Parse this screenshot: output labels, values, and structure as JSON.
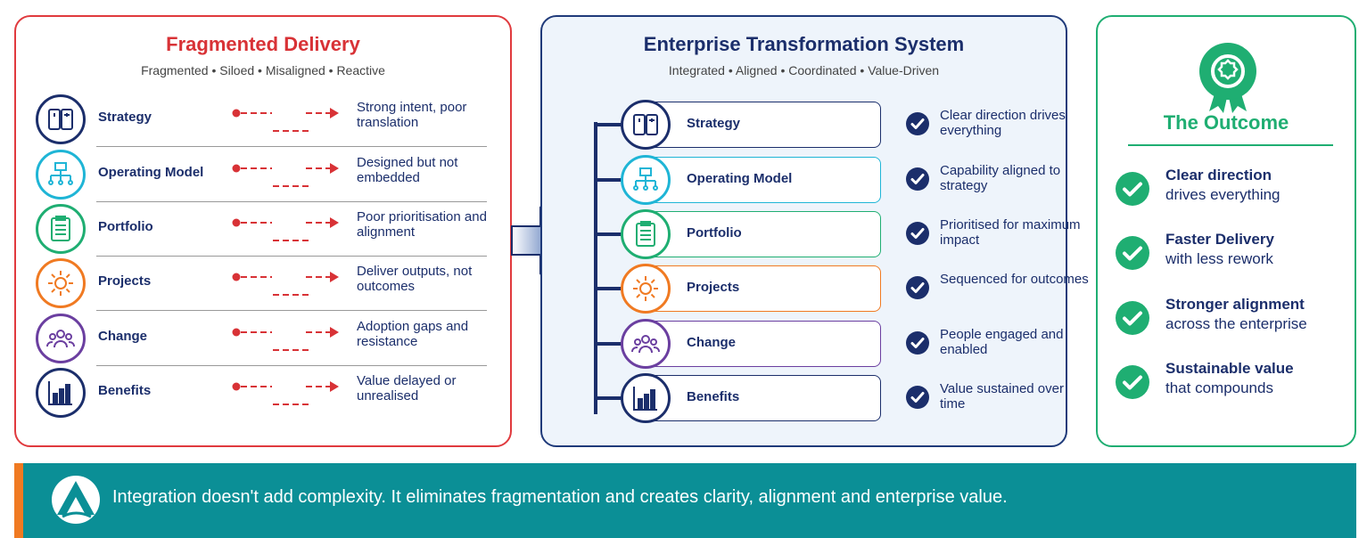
{
  "left": {
    "title": "Fragmented Delivery",
    "subtitle": "Fragmented • Siloed • Misaligned • Reactive",
    "rows": [
      {
        "label": "Strategy",
        "desc": "Strong intent, poor translation",
        "icon": "chess-icon",
        "color": "#1b2e6b"
      },
      {
        "label": "Operating Model",
        "desc": "Designed but not embedded",
        "icon": "org-chart-icon",
        "color": "#1fb5d6"
      },
      {
        "label": "Portfolio",
        "desc": "Poor prioritisation and alignment",
        "icon": "checklist-icon",
        "color": "#1fae72"
      },
      {
        "label": "Projects",
        "desc": "Deliver outputs, not outcomes",
        "icon": "gear-icon",
        "color": "#f07a22"
      },
      {
        "label": "Change",
        "desc": "Adoption gaps and resistance",
        "icon": "people-icon",
        "color": "#6b3fa0"
      },
      {
        "label": "Benefits",
        "desc": "Value delayed or unrealised",
        "icon": "bar-chart-icon",
        "color": "#1b2e6b"
      }
    ]
  },
  "middle": {
    "title": "Enterprise Transformation System",
    "subtitle": "Integrated • Aligned • Coordinated • Value-Driven",
    "rows": [
      {
        "label": "Strategy",
        "desc": "Clear direction drives everything"
      },
      {
        "label": "Operating Model",
        "desc": "Capability aligned to strategy"
      },
      {
        "label": "Portfolio",
        "desc": "Prioritised for maximum impact"
      },
      {
        "label": "Projects",
        "desc": "Sequenced for outcomes"
      },
      {
        "label": "Change",
        "desc": "People engaged and enabled"
      },
      {
        "label": "Benefits",
        "desc": "Value sustained over time"
      }
    ]
  },
  "outcome": {
    "title": "The Outcome",
    "items": [
      {
        "head": "Clear direction",
        "body": "drives everything"
      },
      {
        "head": "Faster Delivery",
        "body": "with less rework"
      },
      {
        "head": "Stronger alignment",
        "body": "across the enterprise"
      },
      {
        "head": "Sustainable value",
        "body": "that compounds"
      }
    ]
  },
  "banner": {
    "text": "Integration doesn't add complexity. It eliminates fragmentation and creates clarity, alignment and enterprise value."
  },
  "colors": {
    "red": "#e03a3e",
    "navy": "#1b2e6b",
    "green": "#1fae72",
    "teal": "#0b8f96",
    "orange": "#f07a22"
  }
}
